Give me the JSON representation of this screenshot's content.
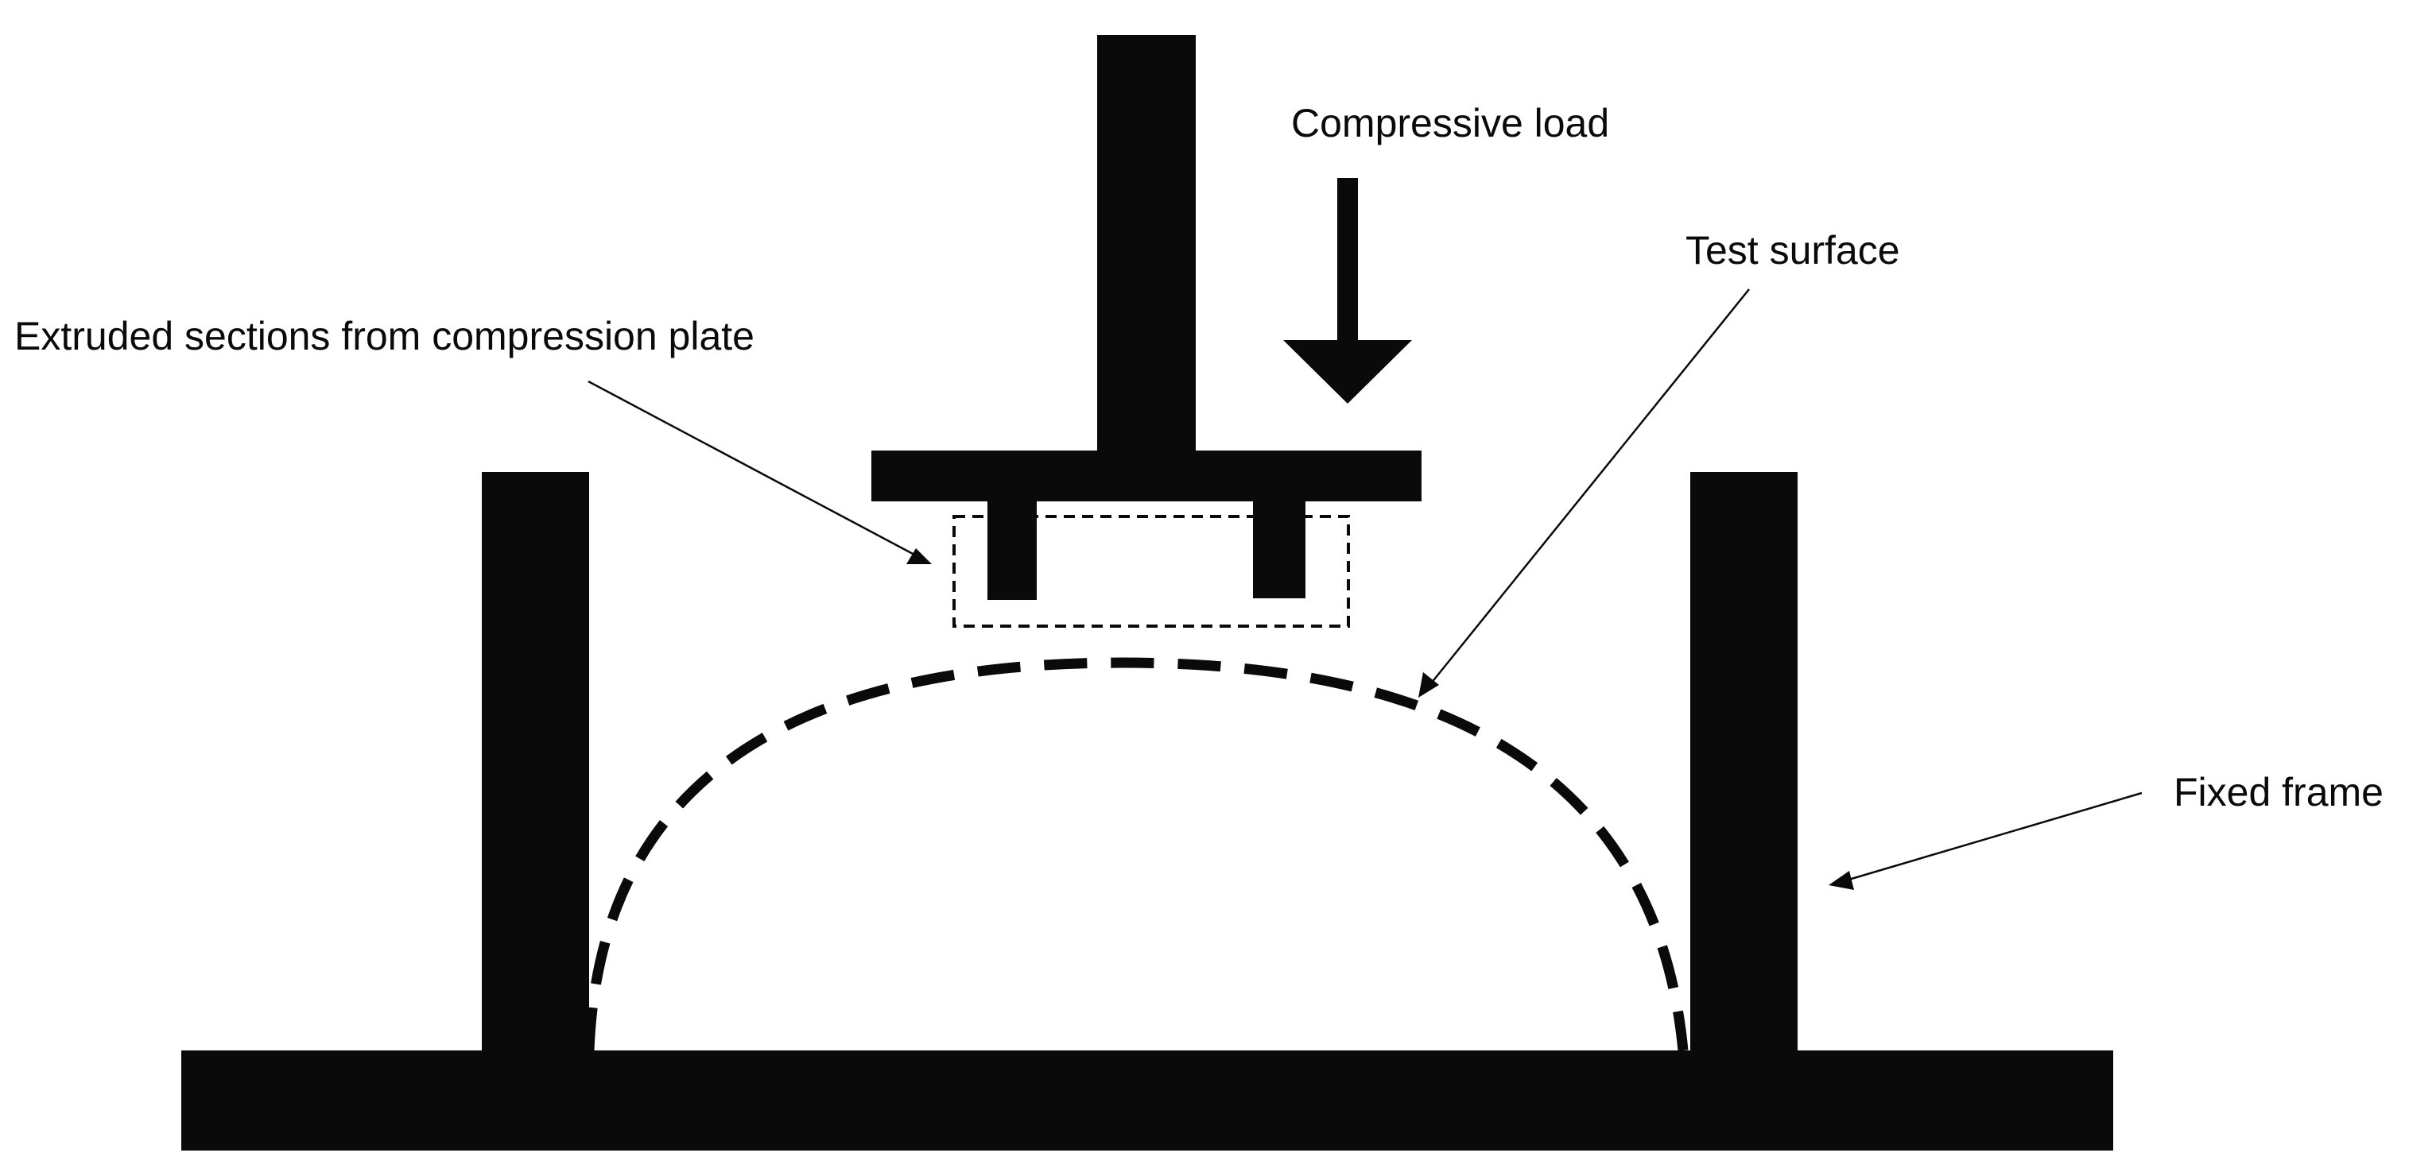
{
  "colors": {
    "ink": "#0a0a0a",
    "background": "#ffffff"
  },
  "labels": {
    "compressive_load": "Compressive load",
    "test_surface": "Test surface",
    "extruded_sections": "Extruded sections from compression plate",
    "fixed_frame": "Fixed frame"
  }
}
